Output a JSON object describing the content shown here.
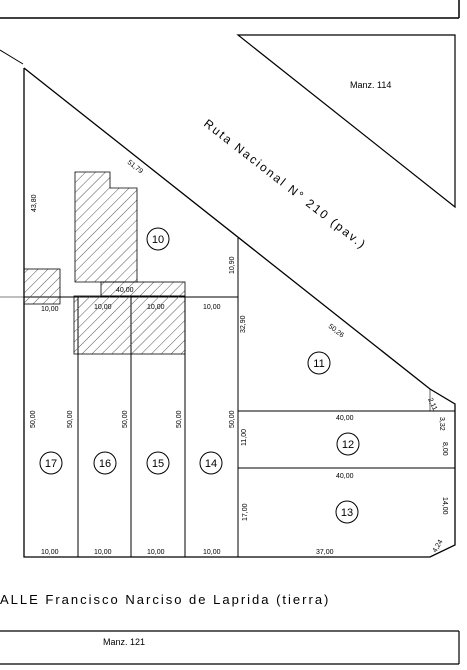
{
  "blocks": {
    "north": "Manz. 114",
    "south": "Manz. 121"
  },
  "route_label": "Ruta Nacional N° 210 (pav.)",
  "street_label": "ALLE Francisco Narciso de Laprida (tierra)",
  "lots": [
    "10",
    "11",
    "12",
    "13",
    "14",
    "15",
    "16",
    "17"
  ],
  "dimensions": {
    "d_51_79": "51,79",
    "d_43_80": "43,80",
    "d_10_90": "10,90",
    "d_40_00_top": "40,00",
    "d_32_90": "32,90",
    "d_50_26": "50,26",
    "d_2_11": "2,11",
    "d_3_32": "3,32",
    "d_40_00_lot12": "40,00",
    "d_11_00": "11,00",
    "d_8_00": "8,00",
    "d_40_00_lot13": "40,00",
    "d_17_00": "17,00",
    "d_14_00": "14,00",
    "d_37_00": "37,00",
    "d_4_24": "4,24",
    "front_top": [
      "10,00",
      "10,00",
      "10,00",
      "10,00"
    ],
    "front_bottom": [
      "10,00",
      "10,00",
      "10,00",
      "10,00"
    ],
    "depth_50": [
      "50,00",
      "50,00",
      "50,00",
      "50,00",
      "50,00"
    ]
  },
  "colors": {
    "line": "#000000",
    "hatch": "#555555"
  }
}
